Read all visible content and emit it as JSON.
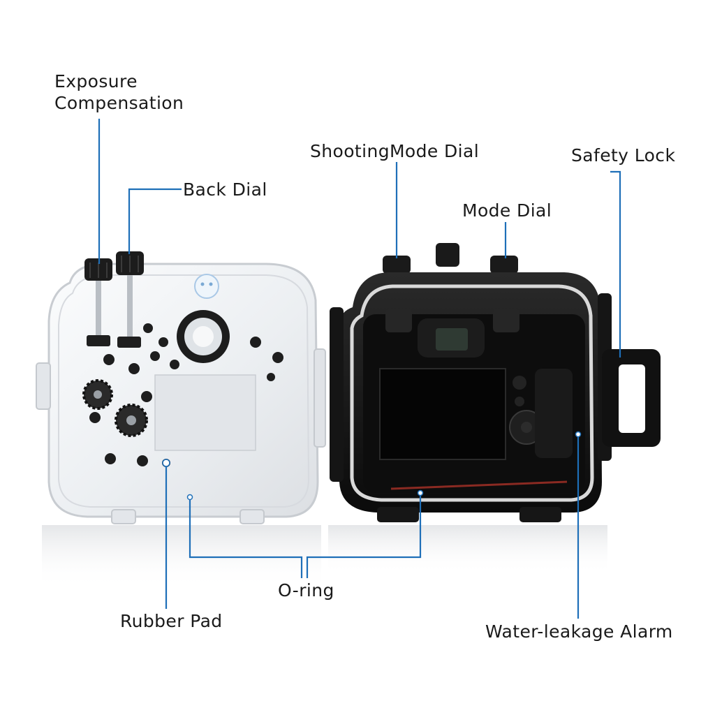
{
  "labels": {
    "exposure_line1": "Exposure",
    "exposure_line2": "Compensation",
    "back_dial": "Back Dial",
    "shooting_mode_dial": "ShootingMode Dial",
    "mode_dial": "Mode Dial",
    "safety_lock": "Safety Lock",
    "o_ring": "O-ring",
    "rubber_pad": "Rubber Pad",
    "water_leakage_alarm": "Water-leakage Alarm"
  },
  "colors": {
    "callout_line": "#1e6fb8",
    "housing_clear": "#eef0f2",
    "housing_black": "#121212",
    "seal_ring": "#d9d9d9"
  }
}
